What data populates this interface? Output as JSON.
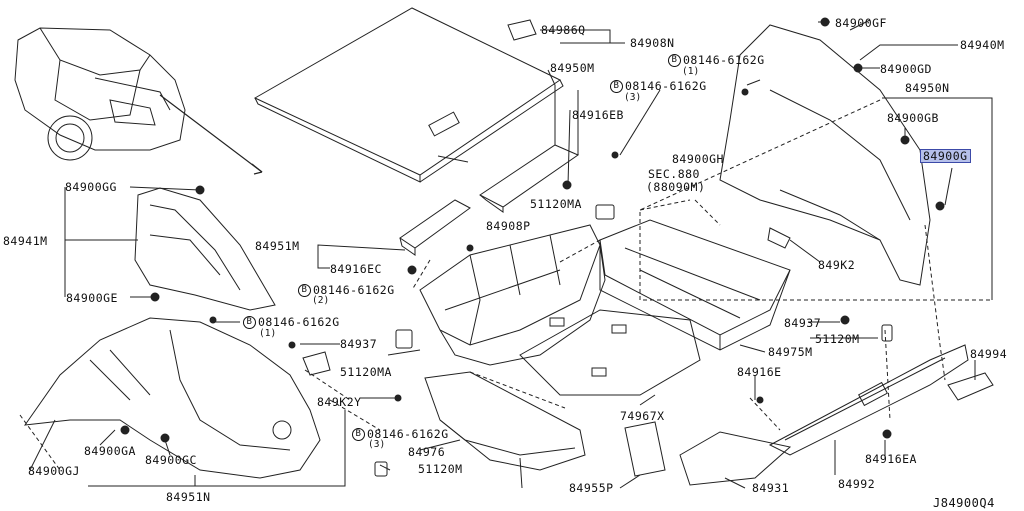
{
  "diagram_id": "J84900Q4",
  "highlight_color": "#b6c0ea",
  "labels": {
    "p84986Q": "84986Q",
    "p84908N": "84908N",
    "p84950M": "84950M",
    "p84916EB": "84916EB",
    "p84900GH": "84900GH",
    "sec880": "SEC.880",
    "sec880_sub": "(88090M)",
    "p51120MA_a": "51120MA",
    "p84908P": "84908P",
    "p84951M": "84951M",
    "p84916EC": "84916EC",
    "p84900GG": "84900GG",
    "p84941M": "84941M",
    "p84900GE": "84900GE",
    "p84937_a": "84937",
    "p51120MA_b": "51120MA",
    "p849K2Y": "849K2Y",
    "p84900GA": "84900GA",
    "p84900GC": "84900GC",
    "p84900GJ": "84900GJ",
    "p84951N": "84951N",
    "p84976": "84976",
    "p51120M_a": "51120M",
    "p84955P": "84955P",
    "p84931": "84931",
    "p74967X": "74967X",
    "p84975M": "84975M",
    "p84916E": "84916E",
    "p84992": "84992",
    "p84916EA": "84916EA",
    "p84994": "84994",
    "p51120M_b": "51120M",
    "p84937_b": "84937",
    "p849K2": "849K2",
    "p84900GF": "84900GF",
    "p84940M": "84940M",
    "p84900GD": "84900GD",
    "p84950N": "84950N",
    "p84900GB": "84900GB",
    "p84900G": "84900G"
  },
  "bolts": [
    {
      "circle": "B",
      "part": "08146-6162G",
      "qty": "(1)"
    },
    {
      "circle": "B",
      "part": "08146-6162G",
      "qty": "(3)"
    },
    {
      "circle": "B",
      "part": "08146-6162G",
      "qty": "(2)"
    },
    {
      "circle": "B",
      "part": "08146-6162G",
      "qty": "(1)"
    },
    {
      "circle": "B",
      "part": "08146-6162G",
      "qty": "(3)"
    }
  ]
}
